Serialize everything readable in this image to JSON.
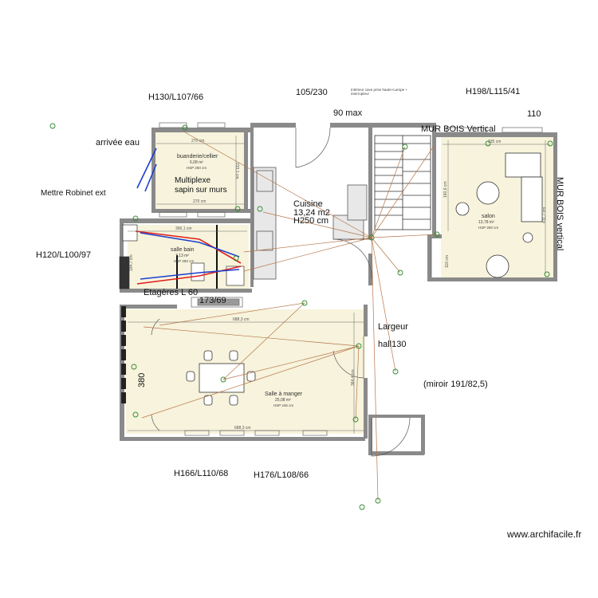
{
  "annotations": {
    "h130": "H130/L107/66",
    "d105": "105/230",
    "switch_note": "Intérieur cave prise haute+Lampe + interrupteur",
    "h198": "H198/L115/41",
    "n110": "110",
    "max90": "90 max",
    "mur_bois_vertical": "MUR BOIS Vertical",
    "mur_bois_vertical_side": "MUR BOIS vertical",
    "arrivee_eau": "arrivée eau",
    "robinet": "Mettre Robinet ext",
    "multiplexe_1": "Multiplexe",
    "multiplexe_2": "sapin sur murs",
    "cuisine": "Cuisine",
    "cuisine_area": "13,24 m2",
    "cuisine_h": "H250 cm",
    "h120": "H120/L100/97",
    "etageres": "Etagères L 60",
    "n173": "173/69",
    "largeur": "Largeur",
    "hall": "hall130",
    "n380": "380",
    "miroir": "(miroir 191/82,5)",
    "h166": "H166/L110/68",
    "h176": "H176/L108/66"
  },
  "rooms": {
    "buanderie": {
      "name": "buanderie/cellier",
      "area": "6,08 m²",
      "hsp": "HSP 250 cm"
    },
    "salle_bain": {
      "name": "salle bain",
      "area": "7,13 m²",
      "hsp": "HSP 250 cm"
    },
    "salon": {
      "name": "salon",
      "area": "13,78 m²",
      "hsp": "HSP 250 cm"
    },
    "salle_manger": {
      "name": "Salle à manger",
      "area": "25,08 m²",
      "hsp": "HSP 246 cm"
    }
  },
  "dimensions": {
    "buanderie_top": "270 cm",
    "buanderie_bottom": "270 cm",
    "buanderie_side": "233,1 cm",
    "bain_top": "366,1 cm",
    "bain_side": "194,7 cm",
    "salon_top": "335 cm",
    "salon_left": "160,6 cm",
    "salon_right": "411,7 cm",
    "salon_small": "116 cm",
    "sam_top": "688,3 cm",
    "sam_bottom": "688,3 cm",
    "sam_side": "364,4 cm"
  },
  "watermark": "www.archifacile.fr",
  "colors": {
    "wall": "#8a8a8a",
    "room_fill": "#f7f3dc",
    "wire_brown": "#b5764a",
    "wire_red": "#e0201a",
    "wire_blue": "#1d3fcf",
    "electric_green": "#2e8b2e"
  }
}
